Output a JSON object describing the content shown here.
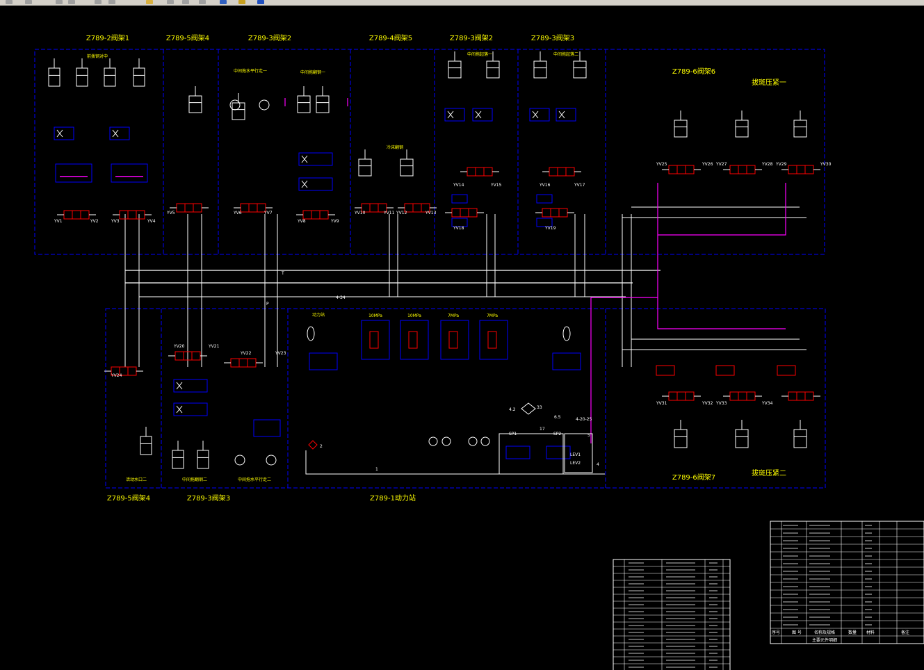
{
  "toolbar": {
    "buttons": [
      {
        "icon": "tool-icon"
      },
      {
        "icon": "tool-icon"
      },
      {
        "icon": "select-icon"
      },
      {
        "icon": "tool-icon"
      },
      {
        "icon": "tool-icon"
      },
      {
        "icon": "tool-icon"
      },
      {
        "icon": "folder-icon"
      },
      {
        "icon": "tool-icon"
      },
      {
        "icon": "tool-icon"
      },
      {
        "icon": "tool-icon"
      },
      {
        "icon": "globe-icon"
      },
      {
        "icon": "lock-icon"
      },
      {
        "icon": "info-icon"
      }
    ]
  },
  "drawing": {
    "top_groups": [
      "Z789-2阀架1",
      "Z789-5阀架4",
      "Z789-3阀架2",
      "Z789-4阀架5",
      "Z789-3阀架2",
      "Z789-3阀架3"
    ],
    "right_top_group": "Z789-6阀架6",
    "right_top_sub": "拔斑压紧一",
    "right_bottom_group": "Z789-6阀架7",
    "right_bottom_sub": "拔斑压紧二",
    "bottom_groups": [
      "Z789-5阀架4",
      "Z789-3阀架3",
      "Z789-1动力站"
    ],
    "sub_labels": [
      "前拨钢对中",
      "中间拖水平行走一",
      "中间拖翻钢一",
      "冷床翻钢",
      "中间拖起落一",
      "中间拖起落二",
      "活动水口二",
      "中间拖翻钢二",
      "中间拖水平行走二",
      "动力站"
    ],
    "pressures": [
      "10MPa",
      "10MPa",
      "7MPa",
      "7MPa"
    ],
    "valve_tags": [
      "YV1",
      "YV2",
      "YV3",
      "YV4",
      "YV5",
      "YV6",
      "YV7",
      "YV8",
      "YV9",
      "YV10",
      "YV11",
      "YV12",
      "YV13",
      "YV14",
      "YV15",
      "YV16",
      "YV17",
      "YV18",
      "YV19",
      "YV20",
      "YV21",
      "YV22",
      "YV23",
      "YV24",
      "YV25",
      "YV26",
      "YV27",
      "YV28",
      "YV29",
      "YV30",
      "YV31",
      "YV32",
      "YV33",
      "YV34"
    ],
    "misc_labels": [
      "P",
      "T",
      "4-34",
      "33",
      "SP1",
      "SP2",
      "LEV1",
      "LEV2",
      "5",
      "4",
      "1",
      "2",
      "17",
      "4.2",
      "6.5",
      "4-20-25"
    ]
  },
  "bom_right": {
    "rows": 14,
    "header": [
      "序号",
      "图 号",
      "名称及规格",
      "数量",
      "材料",
      "备注"
    ],
    "footer": "主要元件明细"
  },
  "bom_left": {
    "rows": 16
  },
  "colors": {
    "background": "#000000",
    "frame": "#0000ff",
    "pipe": "#ffffff",
    "label": "#ffff00",
    "pilot": "#ff00ff",
    "component": "#ff0000",
    "toolbar": "#d4d0c8"
  }
}
